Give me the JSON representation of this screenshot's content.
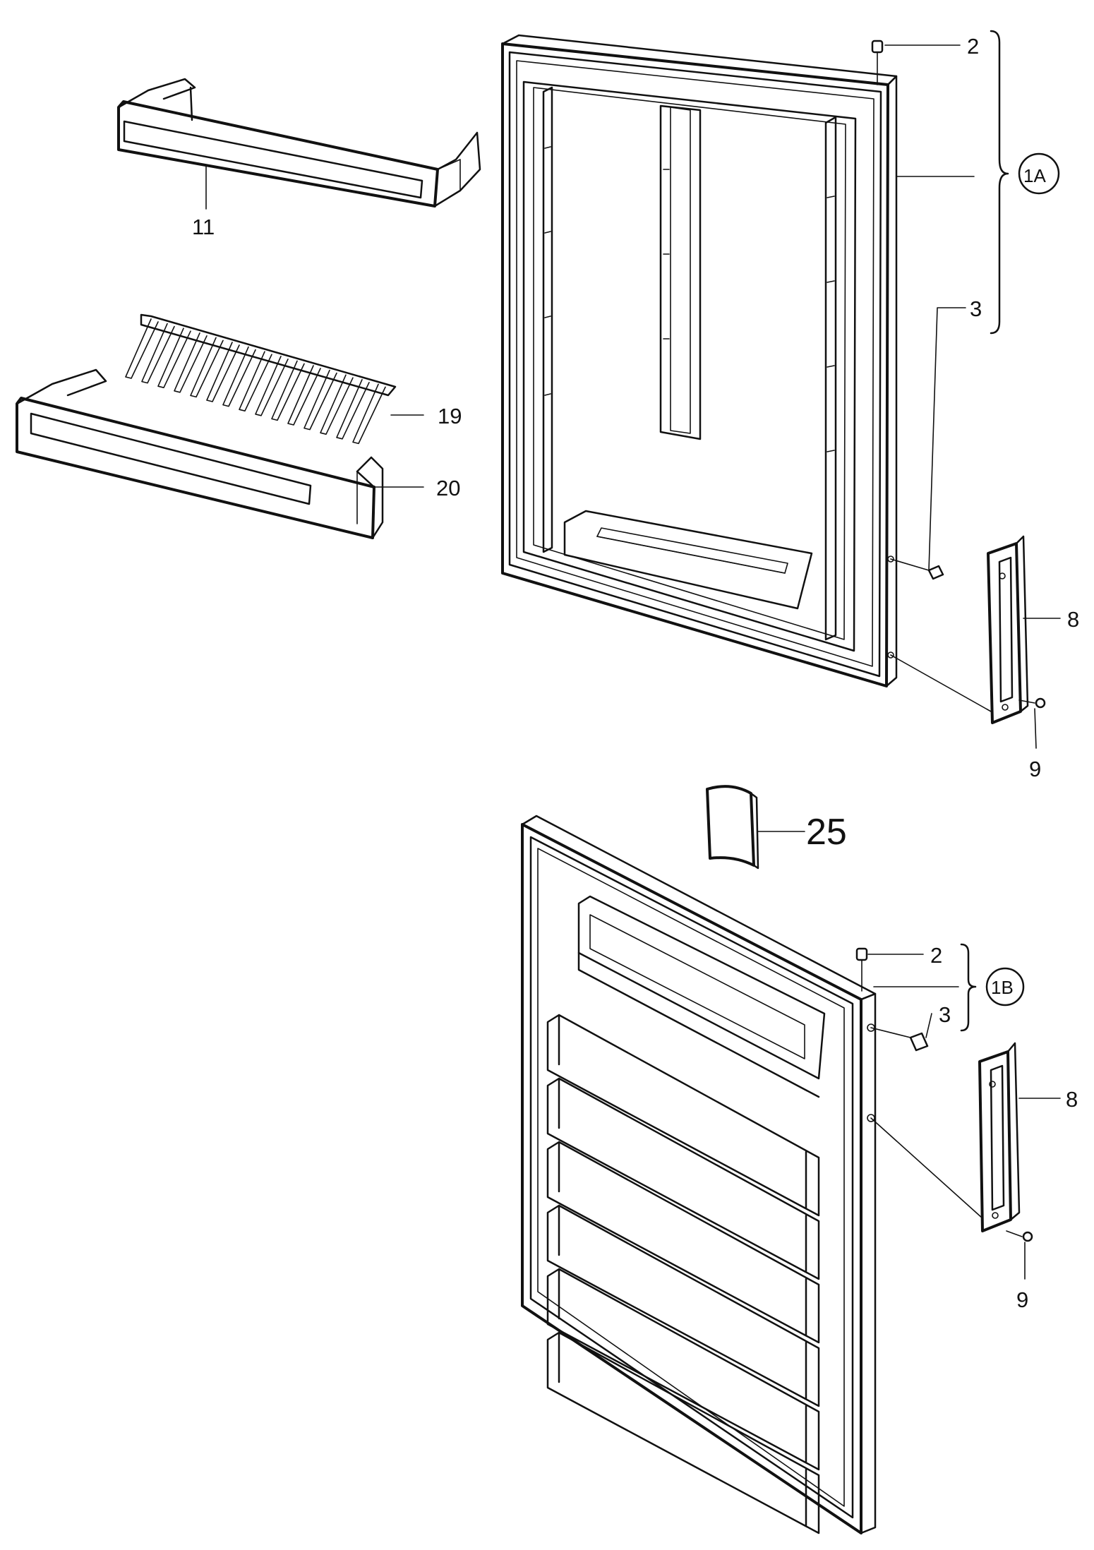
{
  "labels": {
    "p2_top": "2",
    "p1A": "1A",
    "p3_top": "3",
    "p11": "11",
    "p19": "19",
    "p20": "20",
    "p8_top": "8",
    "p9_top": "9",
    "p25": "25",
    "p2_bottom": "2",
    "p1B": "1B",
    "p3_bottom": "3",
    "p8_bottom": "8",
    "p9_bottom": "9"
  },
  "colors": {
    "ink": "#111111",
    "paper": "#ffffff"
  }
}
